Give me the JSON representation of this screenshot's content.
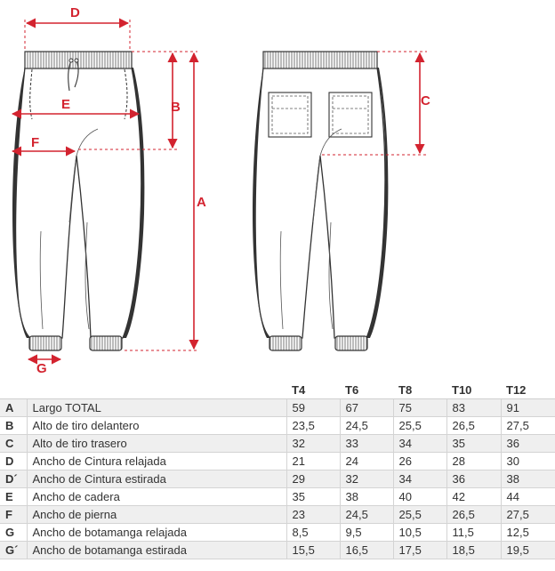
{
  "colors": {
    "accent": "#d3232f",
    "line": "#333333",
    "shade": "#efefef"
  },
  "labels": {
    "A": "A",
    "B": "B",
    "C": "C",
    "D": "D",
    "E": "E",
    "F": "F",
    "G": "G"
  },
  "table": {
    "headers": [
      "",
      "",
      "T4",
      "T6",
      "T8",
      "T10",
      "T12"
    ],
    "rows": [
      {
        "code": "A",
        "name": "Largo TOTAL",
        "values": [
          "59",
          "67",
          "75",
          "83",
          "91"
        ]
      },
      {
        "code": "B",
        "name": "Alto de tiro delantero",
        "values": [
          "23,5",
          "24,5",
          "25,5",
          "26,5",
          "27,5"
        ]
      },
      {
        "code": "C",
        "name": "Alto de tiro trasero",
        "values": [
          "32",
          "33",
          "34",
          "35",
          "36"
        ]
      },
      {
        "code": "D",
        "name": "Ancho de Cintura relajada",
        "values": [
          "21",
          "24",
          "26",
          "28",
          "30"
        ]
      },
      {
        "code": "D´",
        "name": "Ancho de Cintura estirada",
        "values": [
          "29",
          "32",
          "34",
          "36",
          "38"
        ]
      },
      {
        "code": "E",
        "name": "Ancho de cadera",
        "values": [
          "35",
          "38",
          "40",
          "42",
          "44"
        ]
      },
      {
        "code": "F",
        "name": "Ancho de pierna",
        "values": [
          "23",
          "24,5",
          "25,5",
          "26,5",
          "27,5"
        ]
      },
      {
        "code": "G",
        "name": "Ancho de botamanga relajada",
        "values": [
          "8,5",
          "9,5",
          "10,5",
          "11,5",
          "12,5"
        ]
      },
      {
        "code": "G´",
        "name": "Ancho de botamanga estirada",
        "values": [
          "15,5",
          "16,5",
          "17,5",
          "18,5",
          "19,5"
        ]
      }
    ]
  }
}
